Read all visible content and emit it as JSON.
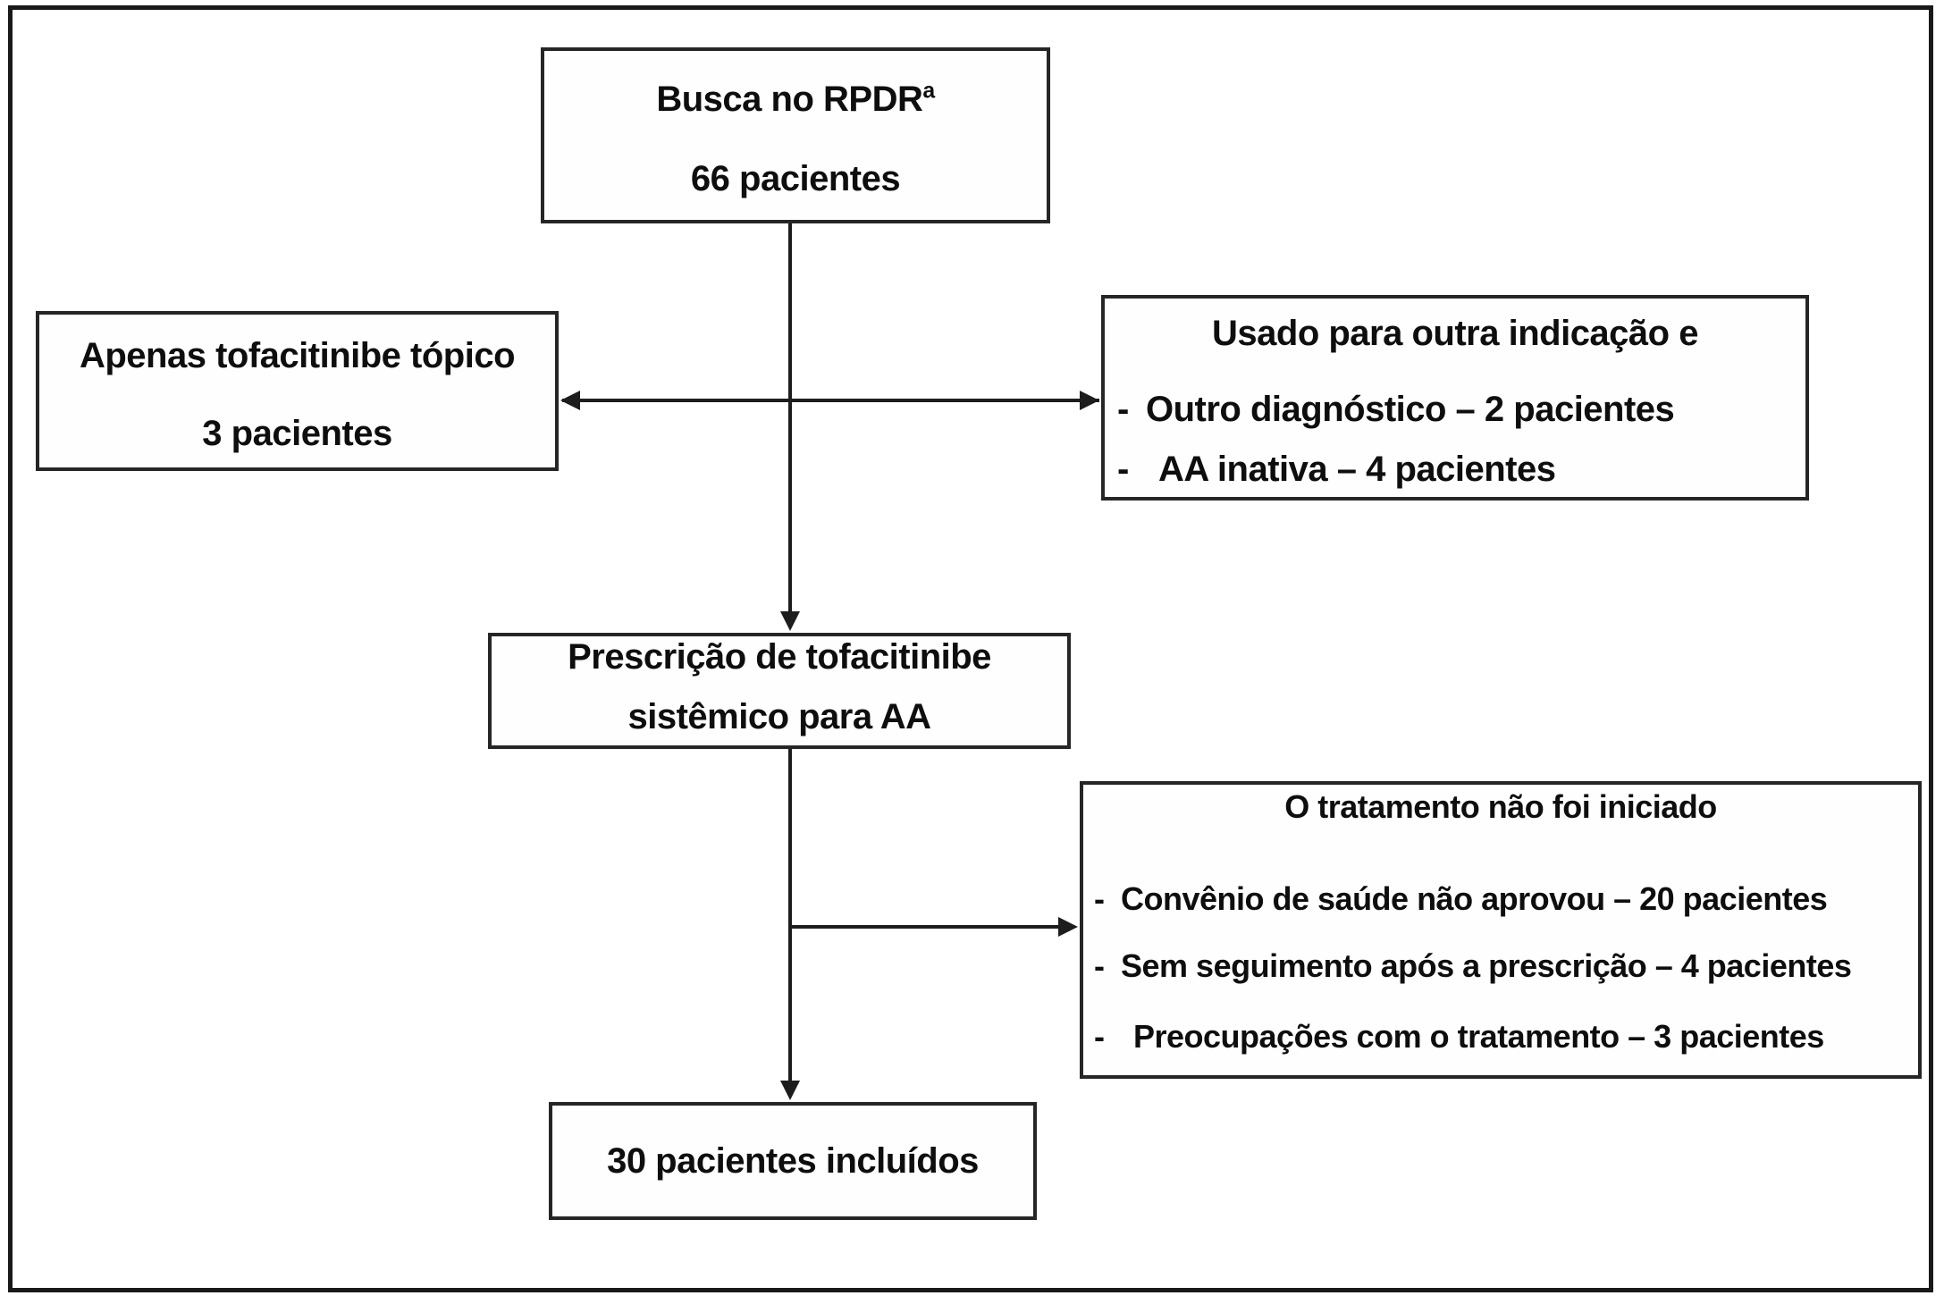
{
  "diagram": {
    "background": "#ffffff",
    "ink": "#0e0e0e",
    "line_color": "#1d1d1d",
    "border_color": "#262626",
    "nodes": {
      "search": {
        "title": "Busca no RPDR",
        "footnote_marker": "a",
        "count": "66 pacientes"
      },
      "topical": {
        "title": "Apenas tofacitinibe tópico",
        "count": "3 pacientes"
      },
      "other_indication": {
        "heading": "Usado para outra indicação e",
        "bullet": "-",
        "items": [
          "Outro diagnóstico – 2 pacientes",
          "AA inativa – 4 pacientes"
        ]
      },
      "prescription": {
        "line1": "Prescrição de tofacitinibe",
        "line2": "sistêmico para AA"
      },
      "not_initiated": {
        "heading": "O tratamento não foi iniciado",
        "bullet": "-",
        "items": [
          "Convênio de saúde não aprovou – 20 pacientes",
          "Sem seguimento após a prescrição – 4 pacientes",
          "Preocupações com o tratamento – 3 pacientes"
        ]
      },
      "included": {
        "title": "30 pacientes incluídos"
      }
    }
  }
}
